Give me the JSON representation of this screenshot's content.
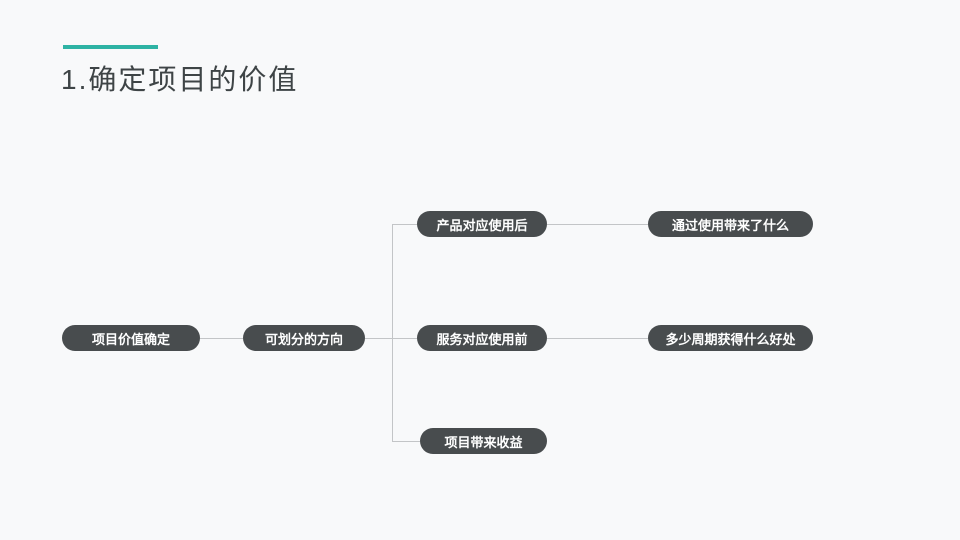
{
  "slide": {
    "title": "1.确定项目的价值",
    "accent_color": "#2eb3a4",
    "background_color": "#f8f9fa",
    "title_color": "#3e4446"
  },
  "diagram": {
    "node_fill_color": "#484c4e",
    "node_text_color": "#ffffff",
    "connector_color": "#c3c5c7",
    "nodes": {
      "root": {
        "label": "项目价值确定"
      },
      "branch": {
        "label": "可划分的方向"
      },
      "mid_top": {
        "label": "产品对应使用后"
      },
      "mid_middle": {
        "label": "服务对应使用前"
      },
      "mid_bottom": {
        "label": "项目带来收益"
      },
      "right_top": {
        "label": "通过使用带来了什么"
      },
      "right_middle": {
        "label": "多少周期获得什么好处"
      }
    }
  }
}
